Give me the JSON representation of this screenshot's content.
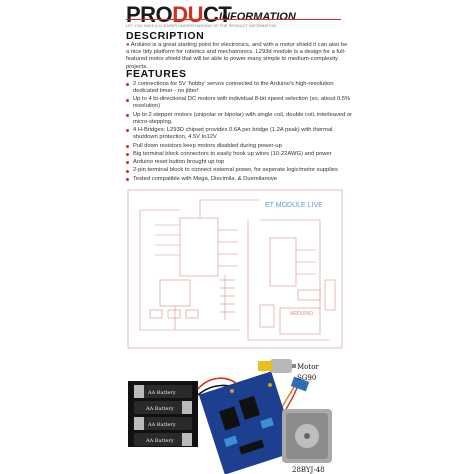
{
  "header": {
    "brand_prefix": "PRO",
    "brand_accent": "DU",
    "brand_suffix": "CT",
    "brand_small": "INFORMATION",
    "tagline": "LET YOU HAVE A CLEARER UNDERSTANDING OF THE PRODUCT INFORMATION"
  },
  "description": {
    "title": "DESCRIPTION",
    "text": "Arduino is a great starting point for electronics, and with a motor shield it can also be a nice tidy platform for robotics and mechatronics. L293d module is a design for a full-featured motor shield that will be able to power many simple to medium-complexity projects."
  },
  "features": {
    "title": "FEATURES",
    "items": [
      "2 connections for 5V 'hobby' servos connected to the Arduino's high-resolution dedicated timer - no jitter!",
      "Up to 4 bi-directional DC motors with individual 8-bit speed selection (so, about 0.5% resolution)",
      "Up to 2 stepper motors (unipolar or bipolar) with single coil, double coil, interleaved or micro-stepping.",
      "4 H-Bridges: L293D chipset provides 0.6A per bridge (1.2A peak) with thermal shutdown protection, 4.5V to12V",
      "Pull down resistors keep motors disabled during power-up",
      "Big terminal block connectors to easily hook up wires (10-22AWG) and power",
      "Arduino reset button brought up top",
      "2-pin terminal block to connect external power, for seperate logic/motor supplies",
      "Tested compatible with Mega, Diecimila, & Duemilanove"
    ]
  },
  "schematic": {
    "module_label": "ET MODULE LIVE",
    "board_label": "ARDUINO"
  },
  "photo": {
    "battery_label": "AA Battery",
    "motor_label": "Motor",
    "servo_label": "SG90",
    "stepper_label": "28BYJ-48"
  },
  "colors": {
    "accent": "#d32f1e",
    "schematic_line": "#d88a8a",
    "shield_blue": "#1c3f8f"
  }
}
